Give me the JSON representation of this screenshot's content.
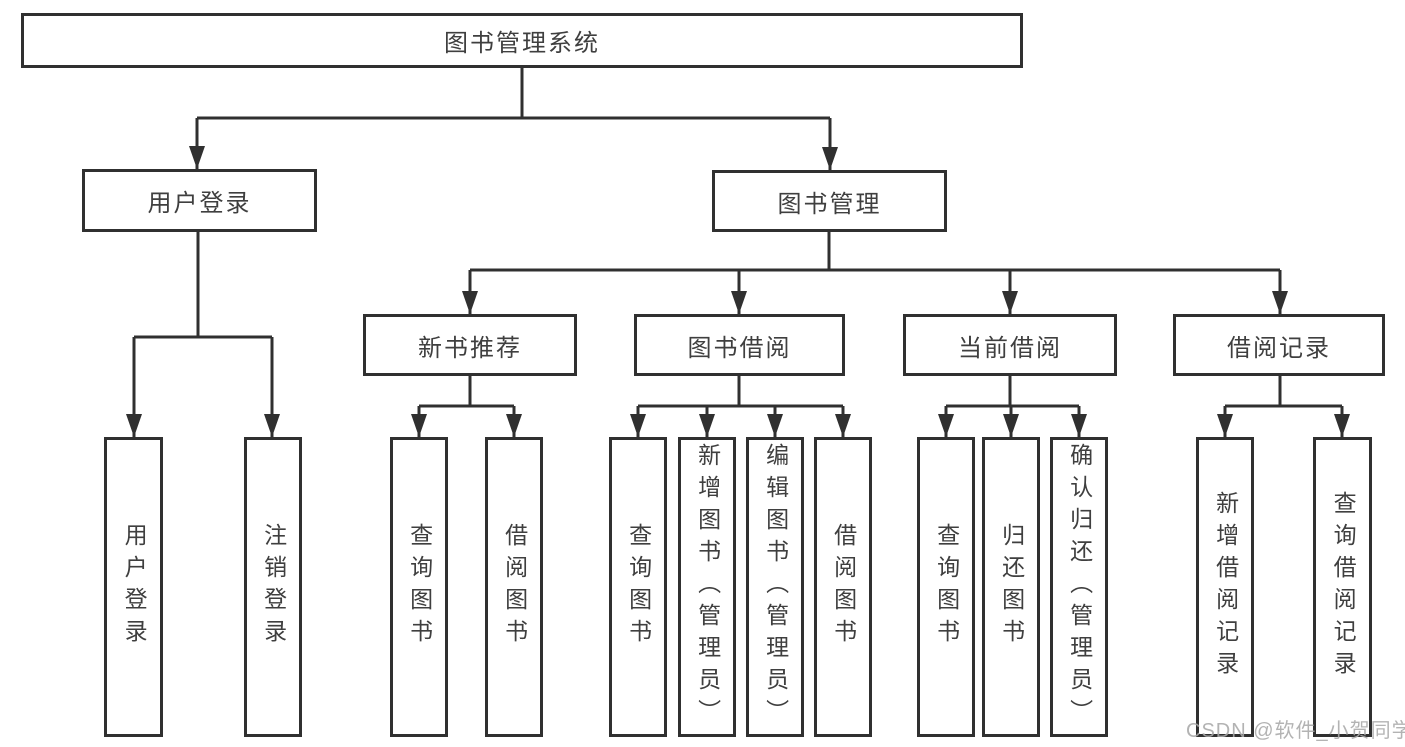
{
  "title": {
    "label": "图书管理系统"
  },
  "branches": [
    {
      "label": "用户登录",
      "leaves": [
        "用户登录",
        "注销登录"
      ]
    },
    {
      "label": "图书管理",
      "sub": [
        {
          "label": "新书推荐",
          "leaves": [
            "查询图书",
            "借阅图书"
          ]
        },
        {
          "label": "图书借阅",
          "leaves": [
            "查询图书",
            "新增图书（管理员）",
            "编辑图书（管理员）",
            "借阅图书"
          ]
        },
        {
          "label": "当前借阅",
          "leaves": [
            "查询图书",
            "归还图书",
            "确认归还（管理员）"
          ]
        },
        {
          "label": "借阅记录",
          "leaves": [
            "新增借阅记录",
            "查询借阅记录"
          ]
        }
      ]
    }
  ],
  "watermark": "CSDN @软件_小贺同学",
  "colors": {
    "line": "#303030",
    "text": "#3f3f3f",
    "background": "#ffffff",
    "watermark": "#a8a8a8"
  }
}
